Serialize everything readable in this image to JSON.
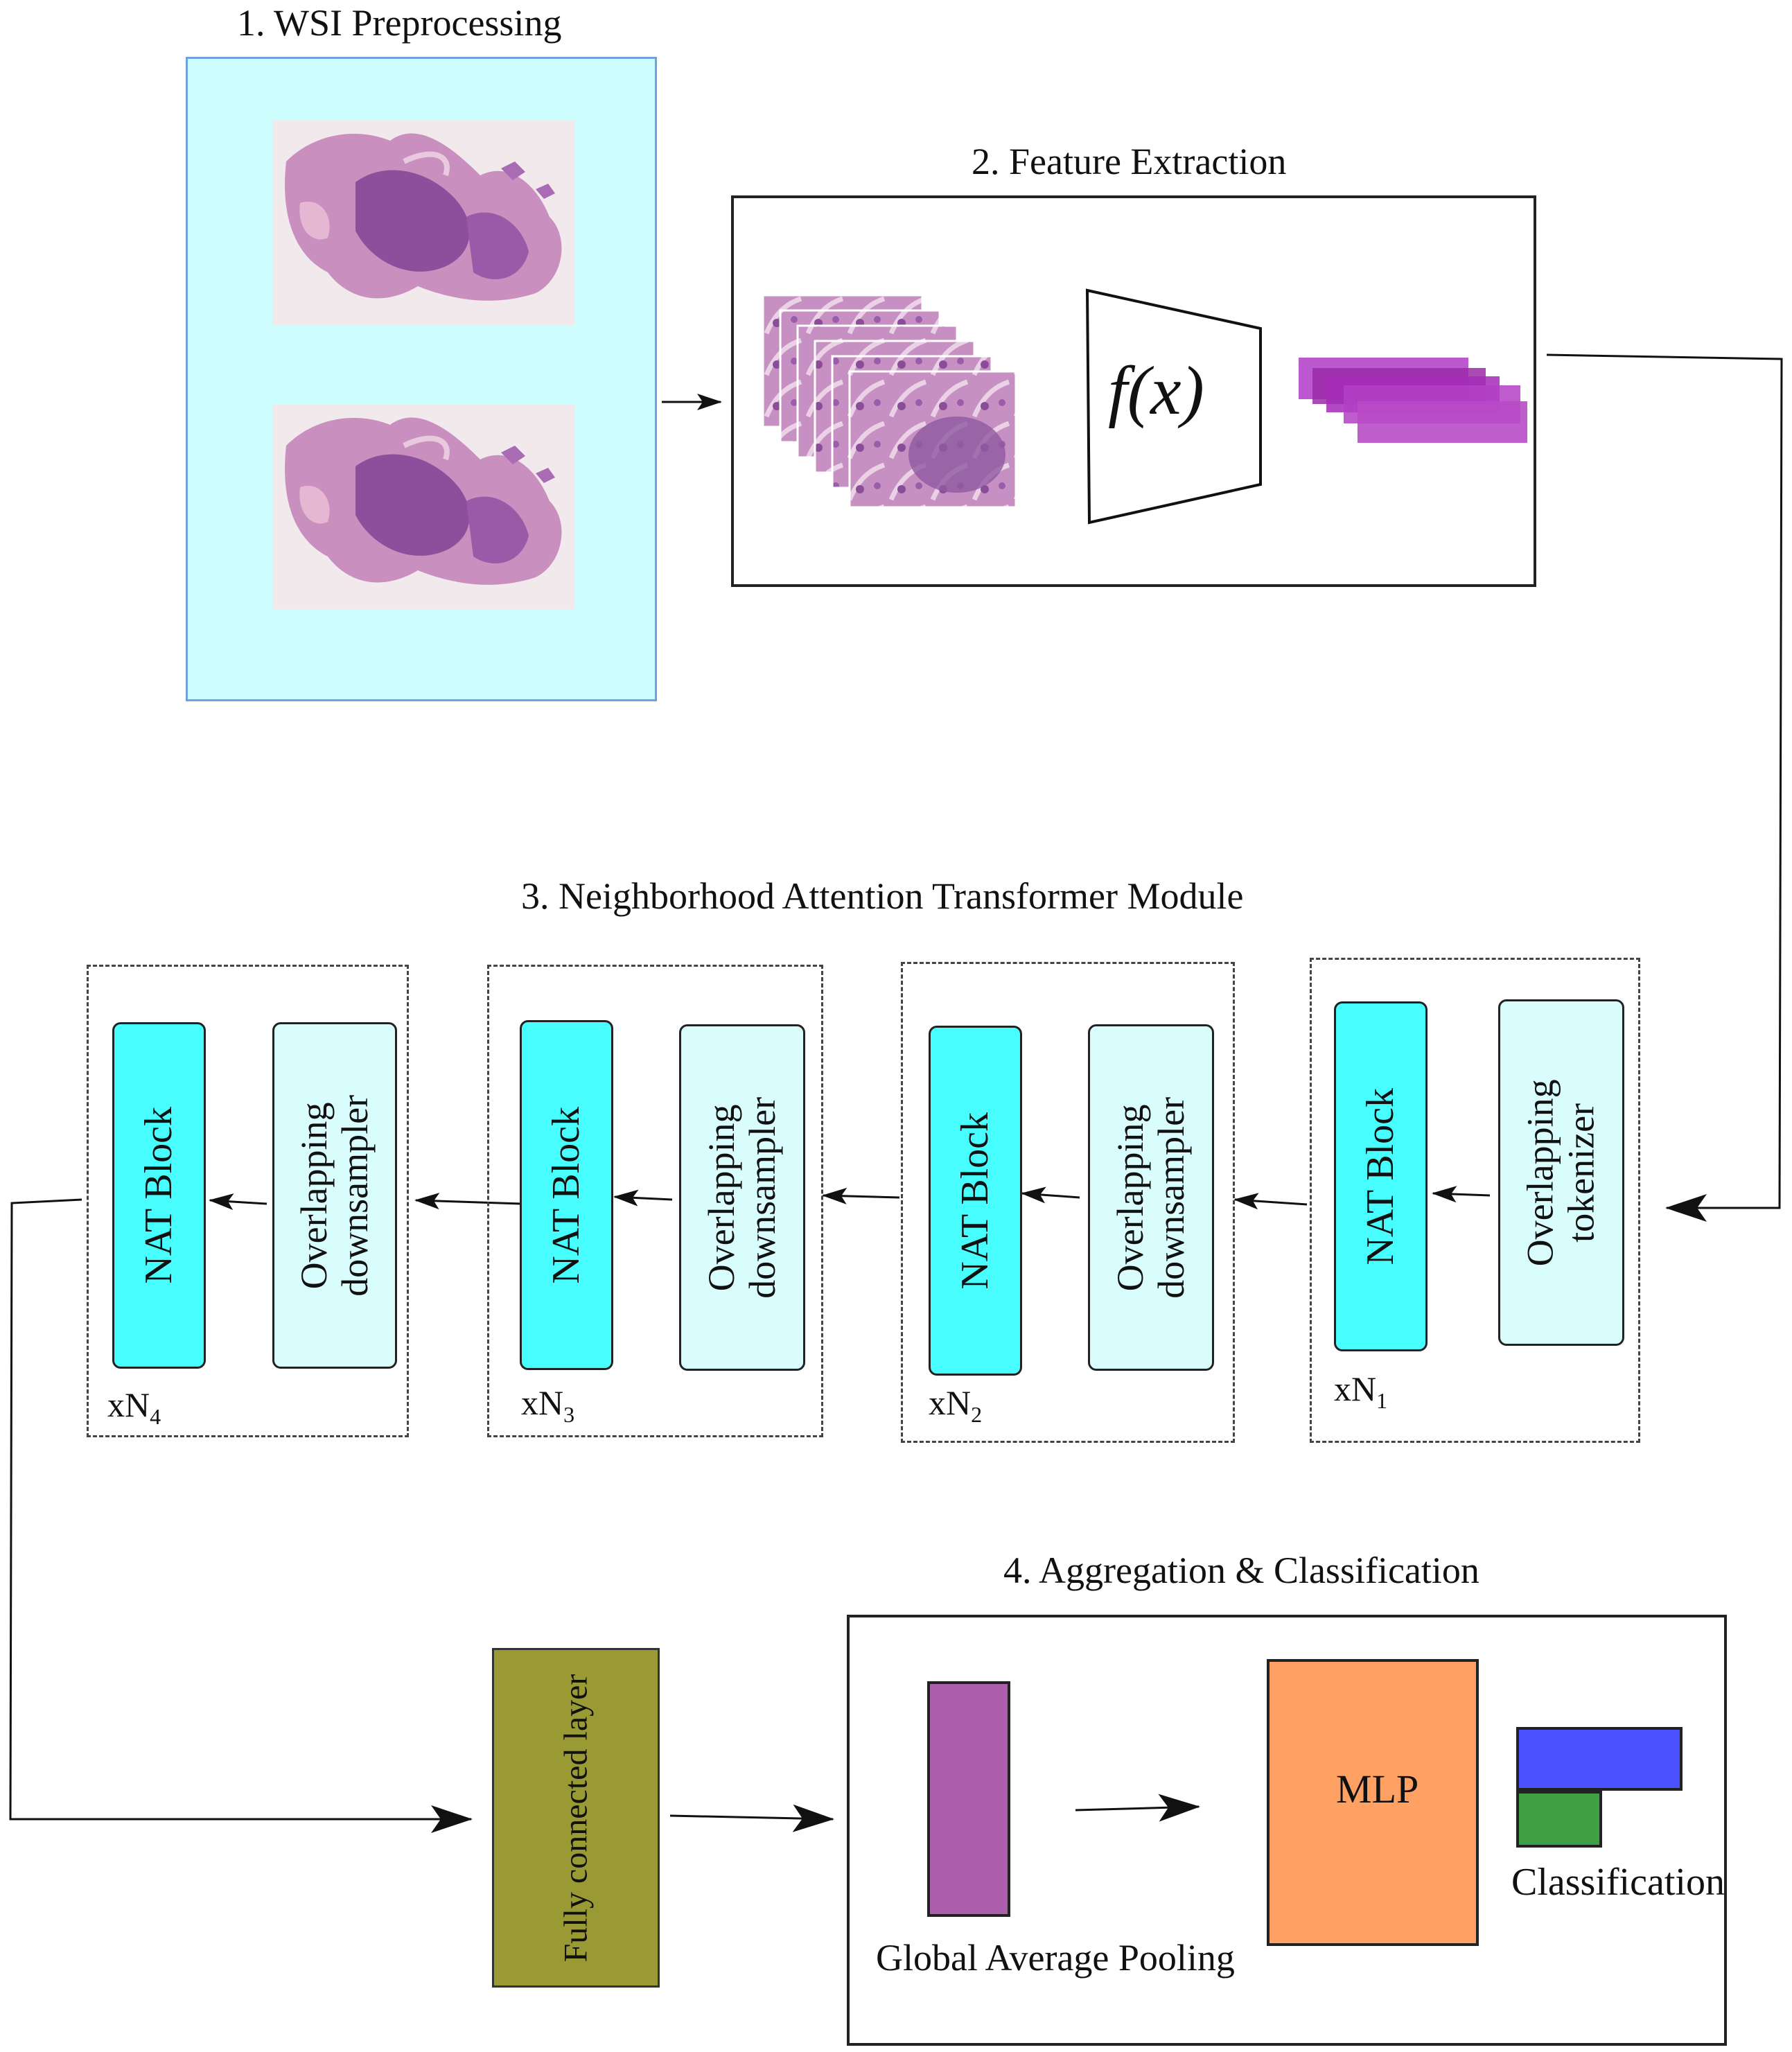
{
  "stages": {
    "preprocessing": {
      "title": "1. WSI Preprocessing"
    },
    "feature_extraction": {
      "title": "2. Feature Extraction",
      "encoder_label": "f(x)"
    },
    "nat_module": {
      "title": "3. Neighborhood Attention Transformer Module",
      "blocks": [
        {
          "nat": "NAT Block",
          "pre_line1": "Overlapping",
          "pre_line2": "downsampler",
          "rep": "xN",
          "sub": "4"
        },
        {
          "nat": "NAT Block",
          "pre_line1": "Overlapping",
          "pre_line2": "downsampler",
          "rep": "xN",
          "sub": "3"
        },
        {
          "nat": "NAT Block",
          "pre_line1": "Overlapping",
          "pre_line2": "downsampler",
          "rep": "xN",
          "sub": "2"
        },
        {
          "nat": "NAT Block",
          "pre_line1": "Overlapping",
          "pre_line2": "tokenizer",
          "rep": "xN",
          "sub": "1"
        }
      ]
    },
    "aggregation": {
      "title": "4. Aggregation & Classification",
      "fc_label": "Fully connected layer",
      "gap_label": "Global Average Pooling",
      "mlp_label": "MLP",
      "cls_label": "Classification"
    }
  },
  "colors": {
    "wsi_panel": "#cdfdfd",
    "nat_block": "#48fdfd",
    "overlap_block": "#d9fdfd",
    "fc_layer": "#9a9a35",
    "gap": "#ad5fae",
    "mlp": "#fea163",
    "cls_blue": "#4a52ff",
    "cls_green": "#3f9f45",
    "features": "#b13cc8"
  }
}
